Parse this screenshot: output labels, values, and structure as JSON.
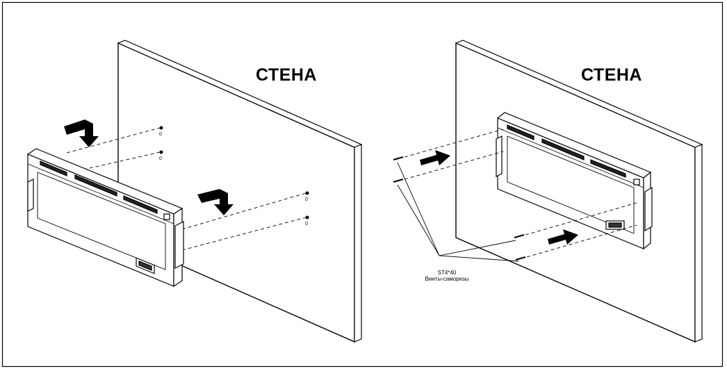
{
  "left_panel": {
    "wall_label": "СТЕНА"
  },
  "right_panel": {
    "wall_label": "СТЕНА",
    "screw_spec": "ST4*40",
    "screw_name": "Винты-саморезы"
  }
}
